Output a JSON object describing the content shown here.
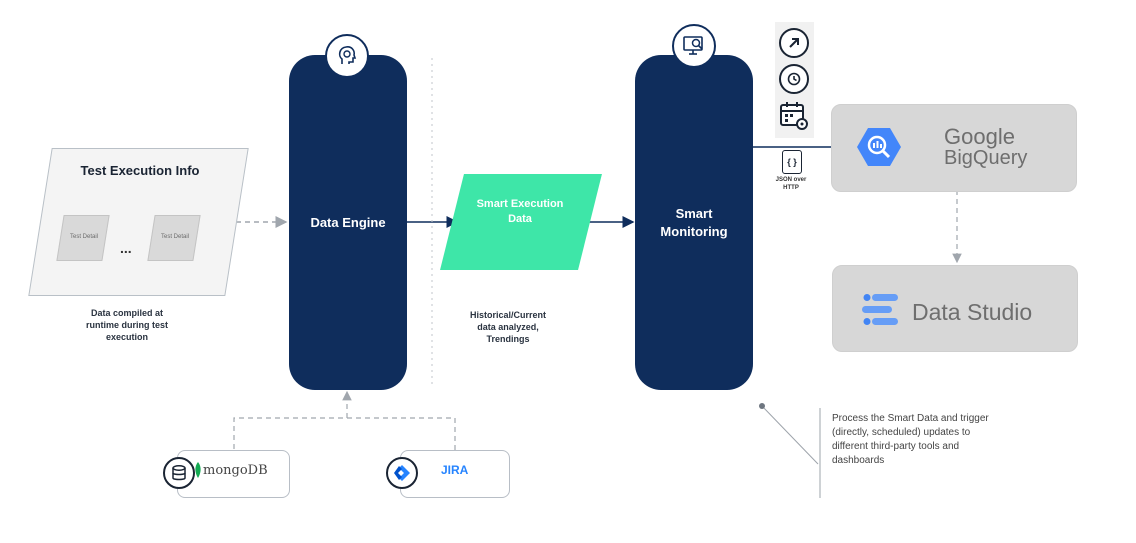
{
  "test_info": {
    "title": "Test Execution Info",
    "detail_left": "Test Detail",
    "detail_right": "Test Detail",
    "ellipsis": "...",
    "caption": "Data compiled at runtime during test execution"
  },
  "pillars": {
    "data_engine": "Data Engine",
    "smart_monitoring": "Smart Monitoring"
  },
  "smart_data": {
    "label": "Smart Execution Data",
    "caption": "Historical/Current data analyzed, Trendings"
  },
  "transport": {
    "glyph": "{ }",
    "label": "JSON over HTTP"
  },
  "bigquery": {
    "line1": "Google",
    "line2": "BigQuery"
  },
  "datastudio": {
    "label": "Data Studio"
  },
  "note": {
    "text": "Process the Smart Data and trigger (directly, scheduled) updates to different third-party tools and dashboards"
  },
  "sources": {
    "mongodb": "mongoDB",
    "jira": "JIRA"
  },
  "icons": {
    "data_engine": "brain-gear-icon",
    "smart_monitoring": "monitor-magnifier-icon",
    "trigger_direct": "arrow-up-right-icon",
    "trigger_history": "history-clock-icon",
    "trigger_schedule": "calendar-gear-icon",
    "bigquery": "bigquery-icon",
    "datastudio": "datastudio-icon",
    "mongodb": "database-icon",
    "jira": "jira-icon"
  },
  "colors": {
    "navy": "#0f2d5c",
    "green": "#3ee6a8",
    "card_gray": "#d7d7d7",
    "bq_blue": "#4386fa",
    "jira_blue": "#2684ff"
  }
}
